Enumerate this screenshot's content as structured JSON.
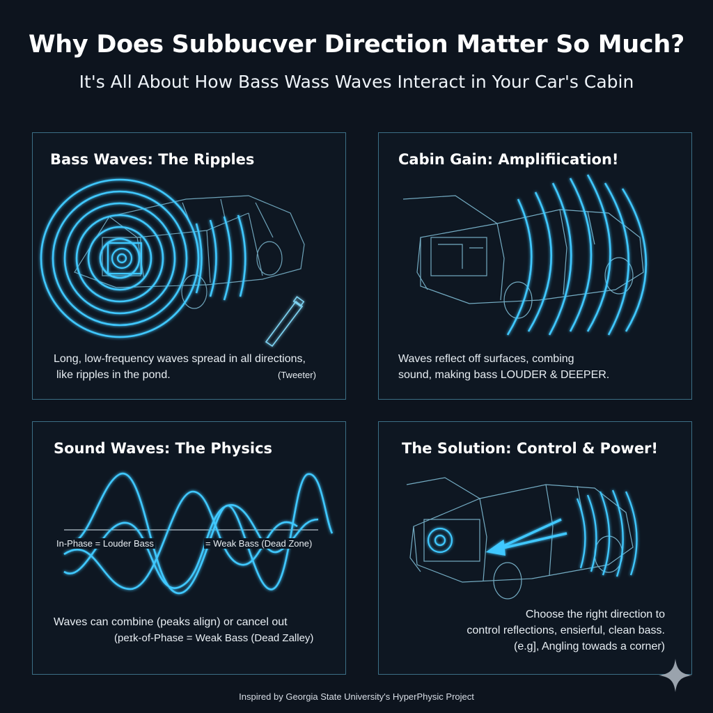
{
  "header": {
    "title": "Why Does Subbucver Direction Matter So Much?",
    "subtitle": "It's All About How Bass Wass Waves Interact in Your Car's Cabin"
  },
  "panels": [
    {
      "title": "Bass Waves: The Ripples",
      "text_line1": "Long, low-frequency waves spread in all directions,",
      "text_line2": "like ripples in the pond.",
      "label": "(Tweeter)"
    },
    {
      "title": "Cabin Gain: Amplifiication!",
      "text_line1": "Waves reflect off surfaces, combing",
      "text_line2": "sound, making bass LOUDER & DEEPER."
    },
    {
      "title": "Sound Waves: The Physics",
      "label_inphase": "In-Phase = Louder Bass",
      "label_outphase": "= Weak Bass (Dead Zone)",
      "text_line1": "Waves can combine (peaks align) or cancel out",
      "text_line2": "(peɪk-of-Phase = Weak Bass (Dead Zalley)"
    },
    {
      "title": "The Solution: Control & Power!",
      "text_line1": "Choose the right direction to",
      "text_line2": "control reflections, ensierful, clean bass.",
      "text_line3": "(e.g], Angling towads a corner)"
    }
  ],
  "footer": "Inspired by Georgia State University's HyperPhysic Project",
  "colors": {
    "background": "#0d141e",
    "accent": "#3fc8ff",
    "panel_border": "#3c6f86"
  },
  "icons": [
    "car-icon",
    "subwoofer-icon",
    "tweeter-icon",
    "sparkle-icon",
    "arrow-icon"
  ]
}
